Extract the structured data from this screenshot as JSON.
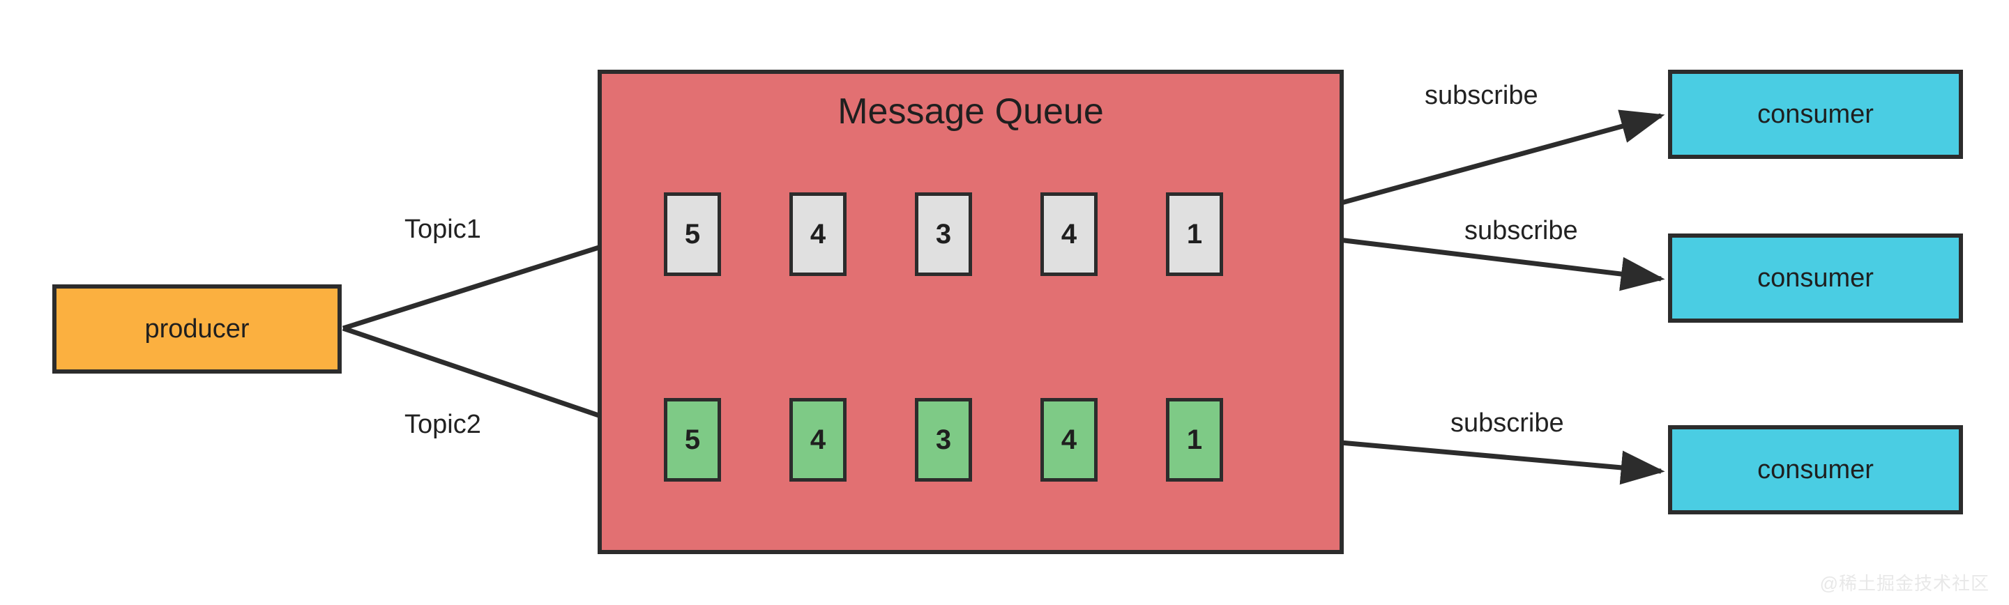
{
  "diagram": {
    "title": "Message Queue publish-subscribe diagram",
    "colors": {
      "producer_fill": "#FBB040",
      "queue_fill": "#E27072",
      "topic1_msg_fill": "#E0E0E0",
      "topic2_msg_fill": "#7ECA86",
      "consumer_fill": "#4ACDE3",
      "stroke": "#2c2c2c",
      "background": "#ffffff",
      "watermark": "#e8e8e8"
    }
  },
  "producer": {
    "label": "producer"
  },
  "queue": {
    "title": "Message Queue",
    "topics": [
      {
        "name": "Topic1",
        "messages": [
          "5",
          "4",
          "3",
          "4",
          "1"
        ]
      },
      {
        "name": "Topic2",
        "messages": [
          "5",
          "4",
          "3",
          "4",
          "1"
        ]
      }
    ]
  },
  "consumers": [
    {
      "label": "consumer"
    },
    {
      "label": "consumer"
    },
    {
      "label": "consumer"
    }
  ],
  "edge_labels": {
    "topic1": "Topic1",
    "topic2": "Topic2",
    "subscribe_1": "subscribe",
    "subscribe_2": "subscribe",
    "subscribe_3": "subscribe"
  },
  "watermark": {
    "text": "@稀土掘金技术社区"
  }
}
